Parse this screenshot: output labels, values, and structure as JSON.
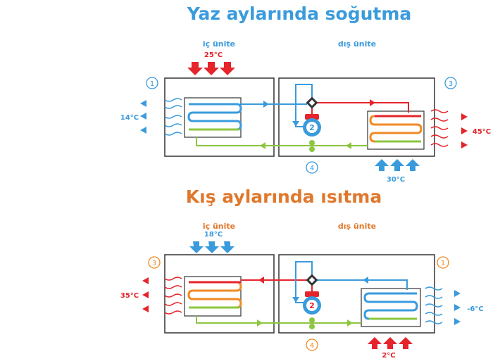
{
  "colors": {
    "summer_title": "#3a9bdc",
    "winter_title": "#e0782c",
    "blue": "#3a9bdc",
    "red": "#e5242b",
    "green": "#8cc63f",
    "orange": "#f08a24",
    "dark": "#333333",
    "summer_number": "#3a9bdc",
    "winter_number": "#f08a24"
  },
  "summer": {
    "title": "Yaz aylarında soğutma",
    "indoor_label": "iç ünite",
    "outdoor_label": "dış ünite",
    "indoor_air_in": "25°C",
    "indoor_air_out": "14°C",
    "outdoor_air_out": "45°C",
    "outdoor_air_in": "30°C",
    "step_left": "1",
    "step_right": "3",
    "step_compressor": "2",
    "step_expansion": "4"
  },
  "winter": {
    "title": "Kış aylarında ısıtma",
    "indoor_label": "iç ünite",
    "outdoor_label": "dış ünite",
    "indoor_air_in": "18°C",
    "indoor_air_out": "35°C",
    "outdoor_air_out": "-6°C",
    "outdoor_air_in": "2°C",
    "step_left": "3",
    "step_right": "1",
    "step_compressor": "2",
    "step_expansion": "4"
  }
}
